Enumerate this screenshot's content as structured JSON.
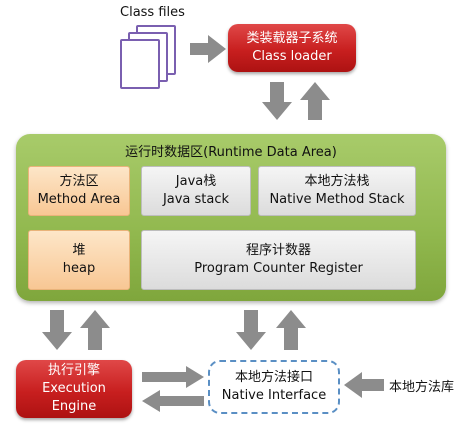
{
  "class_files": {
    "label": "Class files"
  },
  "class_loader": {
    "line1": "类装载器子系统",
    "line2": "Class loader"
  },
  "runtime_area": {
    "title": "运行时数据区(Runtime Data Area)",
    "method_area": {
      "line1": "方法区",
      "line2": "Method Area"
    },
    "java_stack": {
      "line1": "Java栈",
      "line2": "Java stack"
    },
    "native_method_stack": {
      "line1": "本地方法栈",
      "line2": "Native Method Stack"
    },
    "heap": {
      "line1": "堆",
      "line2": "heap"
    },
    "pc_register": {
      "line1": "程序计数器",
      "line2": "Program Counter Register"
    }
  },
  "execution_engine": {
    "line1": "执行引擎",
    "line2": "Execution",
    "line3": "Engine"
  },
  "native_interface": {
    "line1": "本地方法接口",
    "line2": "Native Interface"
  },
  "native_library": {
    "label": "本地方法库"
  },
  "colors": {
    "arrow": "#8c8c8c",
    "red": "#c81f1f",
    "green": "#91b84e",
    "orange": "#f8c794",
    "gray": "#dcdcdc",
    "dashed_border": "#5a8fc4",
    "doc_border": "#7a5fb0"
  }
}
